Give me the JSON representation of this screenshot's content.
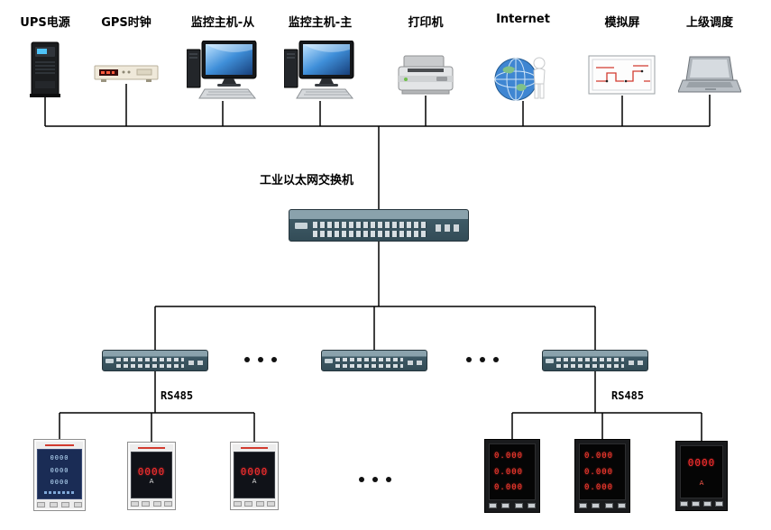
{
  "diagram": {
    "top_devices": [
      {
        "label": "UPS电源"
      },
      {
        "label": "GPS时钟"
      },
      {
        "label": "监控主机-从"
      },
      {
        "label": "监控主机-主"
      },
      {
        "label": "打印机"
      },
      {
        "label": "Internet"
      },
      {
        "label": "模拟屏"
      },
      {
        "label": "上级调度"
      }
    ],
    "main_switch_label": "工业以太网交换机",
    "rs485_left": "RS485",
    "rs485_right": "RS485",
    "left_meters": [
      {
        "variant": "lcd",
        "rows": [
          "0000",
          "0000",
          "0000"
        ]
      },
      {
        "variant": "led",
        "value": "0000",
        "unit": "A"
      },
      {
        "variant": "led",
        "value": "0000",
        "unit": "A"
      }
    ],
    "right_meters": [
      {
        "variant": "led3",
        "rows": [
          "0.000",
          "0.000",
          "0.000"
        ]
      },
      {
        "variant": "led3",
        "rows": [
          "0.000",
          "0.000",
          "0.000"
        ]
      },
      {
        "variant": "led",
        "value": "0000",
        "unit": "A"
      }
    ],
    "colors": {
      "wire": "#000000",
      "switch_body": "#3e5a66",
      "led_red": "#ff2f2f",
      "screen_blue": "#3f86d2",
      "trace_red": "#d23b2f"
    }
  }
}
